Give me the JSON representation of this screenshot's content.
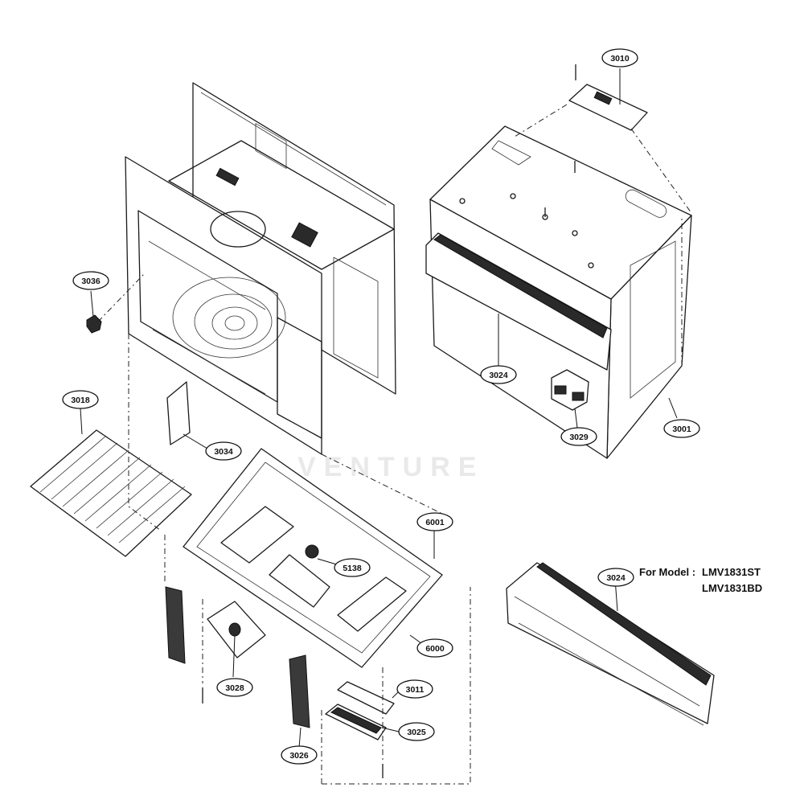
{
  "watermark": "VENTURE",
  "model_note": {
    "heading": "For Model :",
    "models": [
      "LMV1831ST",
      "LMV1831BD"
    ]
  },
  "parts": [
    {
      "id": "part-3010",
      "label": "3010"
    },
    {
      "id": "part-3036",
      "label": "3036"
    },
    {
      "id": "part-3024-main",
      "label": "3024"
    },
    {
      "id": "part-3029",
      "label": "3029"
    },
    {
      "id": "part-3001",
      "label": "3001"
    },
    {
      "id": "part-3018",
      "label": "3018"
    },
    {
      "id": "part-3034",
      "label": "3034"
    },
    {
      "id": "part-6001",
      "label": "6001"
    },
    {
      "id": "part-5138",
      "label": "5138"
    },
    {
      "id": "part-6000",
      "label": "6000"
    },
    {
      "id": "part-3024-alt",
      "label": "3024"
    },
    {
      "id": "part-3028",
      "label": "3028"
    },
    {
      "id": "part-3011",
      "label": "3011"
    },
    {
      "id": "part-3025",
      "label": "3025"
    },
    {
      "id": "part-3026",
      "label": "3026"
    }
  ]
}
